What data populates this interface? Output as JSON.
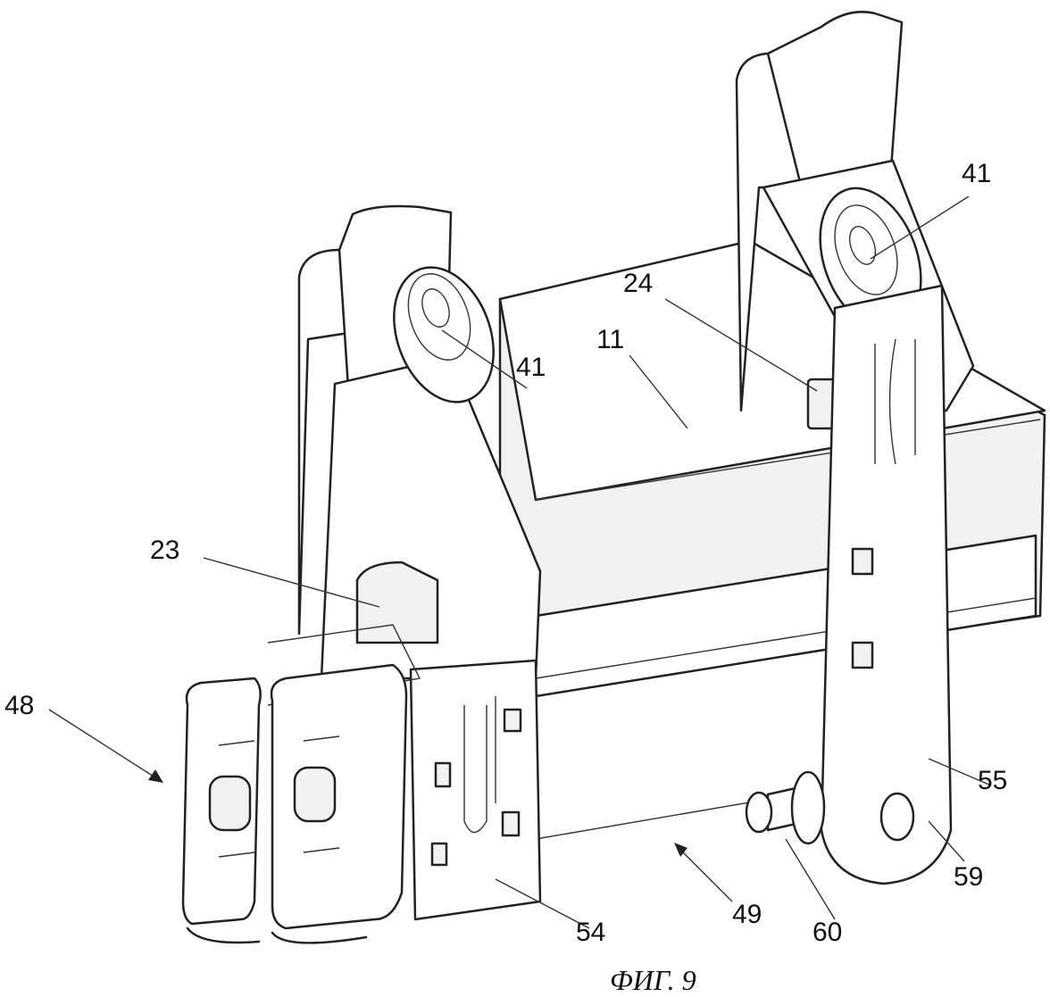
{
  "figure": {
    "caption": "ФИГ. 9",
    "labels": {
      "l41a": "41",
      "l41b": "41",
      "l24": "24",
      "l11": "11",
      "l23": "23",
      "l48": "48",
      "l55": "55",
      "l59": "59",
      "l60": "60",
      "l49": "49",
      "l54": "54"
    }
  }
}
